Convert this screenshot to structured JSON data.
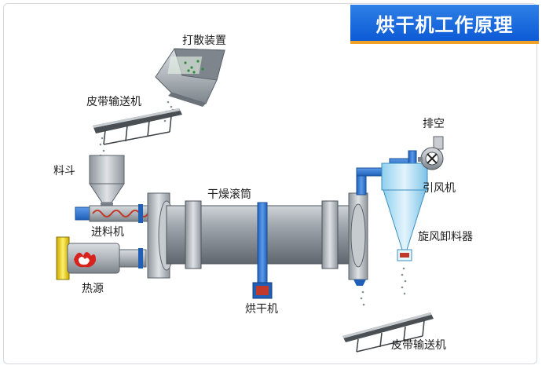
{
  "title": "烘干机工作原理",
  "labels": {
    "scatter_device": "打散装置",
    "belt_conveyor_top": "皮带输送机",
    "hopper": "料斗",
    "screw_feeder": "进料机",
    "heat_source": "热源",
    "drying_drum": "干燥滚筒",
    "dryer": "烘干机",
    "exhaust": "排空",
    "induced_fan": "引风机",
    "cyclone": "旋风卸料器",
    "belt_conveyor_bottom": "皮带输送机"
  },
  "colors": {
    "banner": "#1565d8",
    "banner_accent": "#f0a127",
    "machine_gray": "#a9afb6",
    "pipe_blue": "#2d7ad6",
    "heat_yellow": "#f2d21a",
    "flame_red": "#d8221c"
  }
}
